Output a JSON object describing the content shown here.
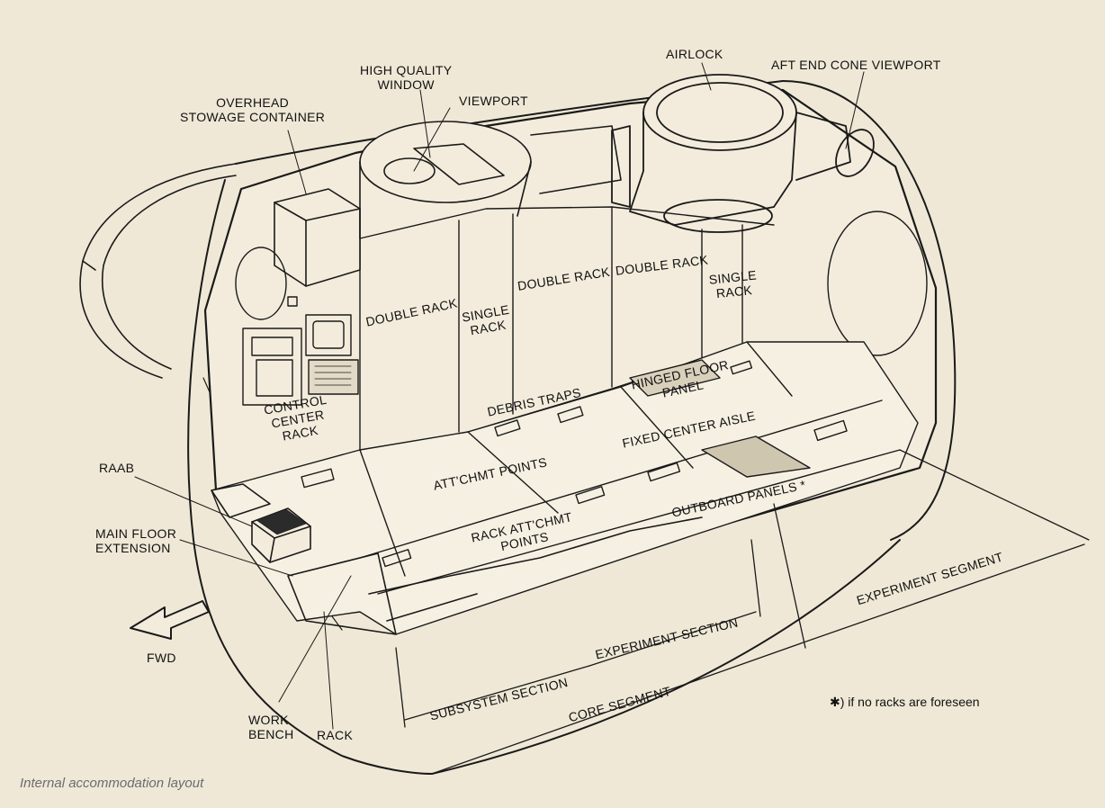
{
  "labels": {
    "high_quality_window": "HIGH QUALITY\nWINDOW",
    "airlock": "AIRLOCK",
    "aft_end_cone_viewport": "AFT END CONE VIEWPORT",
    "overhead_stowage": "OVERHEAD\nSTOWAGE CONTAINER",
    "viewport": "VIEWPORT",
    "double_rack_1": "DOUBLE RACK",
    "single_rack_1": "SINGLE\nRACK",
    "double_rack_2": "DOUBLE RACK",
    "double_rack_3": "DOUBLE RACK",
    "single_rack_2": "SINGLE\nRACK",
    "control_center_rack": "CONTROL\nCENTER\nRACK",
    "debris_traps": "DEBRIS TRAPS",
    "hinged_floor_panel": "HINGED FLOOR\nPANEL",
    "fixed_center_aisle": "FIXED CENTER AISLE",
    "raab": "RAAB",
    "attchmt_points": "ATT'CHMT POINTS",
    "outboard_panels": "OUTBOARD PANELS *",
    "main_floor_extension": "MAIN FLOOR\nEXTENSION",
    "rack_attchmt_points": "RACK ATT'CHMT\nPOINTS",
    "experiment_segment": "EXPERIMENT SEGMENT",
    "experiment_section": "EXPERIMENT SECTION",
    "fwd": "FWD",
    "subsystem_section": "SUBSYSTEM SECTION",
    "core_segment": "CORE SEGMENT",
    "work_bench": "WORK\nBENCH",
    "rack": "RACK"
  },
  "note": "✱) if no racks are foreseen",
  "caption": "Internal accommodation layout",
  "colors": {
    "paper": "#efe8d6",
    "ink": "#1a1a1a",
    "caption": "#6c6c70"
  }
}
